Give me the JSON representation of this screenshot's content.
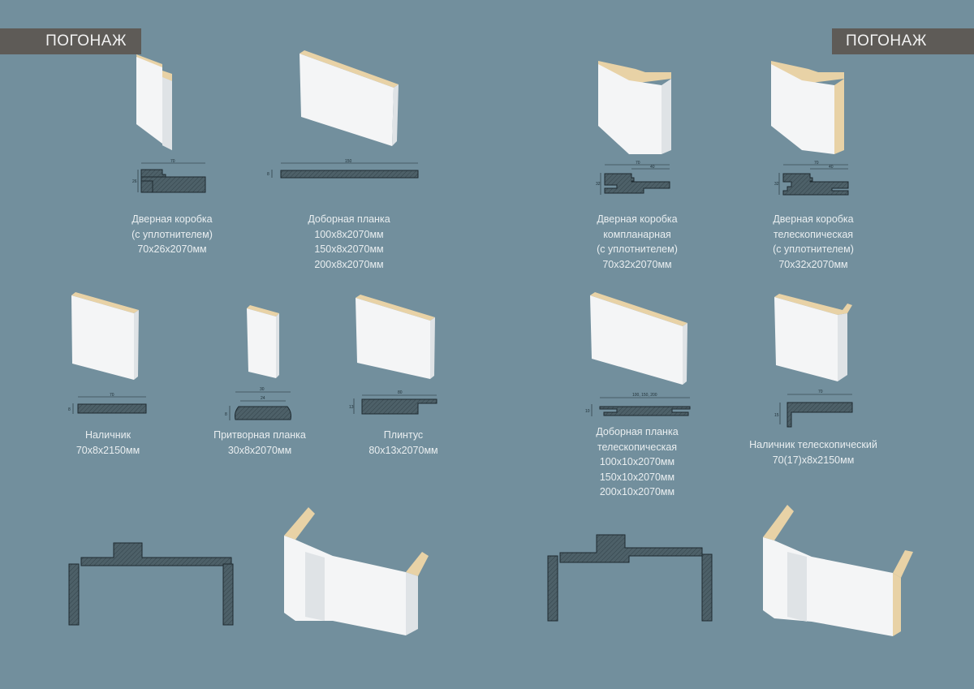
{
  "header_left": "ПОГОНАЖ",
  "header_right": "ПОГОНАЖ",
  "colors": {
    "background": "#728f9d",
    "header": "#5e5b57",
    "wood": "#e8d2a6"
  },
  "items": [
    {
      "lines": [
        "Дверная коробка",
        "(с уплотнителем)",
        "70x26x2070мм"
      ],
      "dims": [
        "70",
        "26"
      ]
    },
    {
      "lines": [
        "Доборная планка",
        "100x8x2070мм",
        "150x8x2070мм",
        "200x8x2070мм"
      ],
      "dims": [
        "150",
        "8"
      ]
    },
    {
      "lines": [
        "Дверная коробка",
        "компланарная",
        "(с уплотнителем)",
        "70x32x2070мм"
      ],
      "dims": [
        "70",
        "40",
        "32"
      ]
    },
    {
      "lines": [
        "Дверная коробка",
        "телескопическая",
        "(с уплотнителем)",
        "70x32x2070мм"
      ],
      "dims": [
        "70",
        "40",
        "32"
      ]
    },
    {
      "lines": [
        "Наличник",
        "70x8x2150мм"
      ],
      "dims": [
        "70",
        "8"
      ]
    },
    {
      "lines": [
        "Притворная планка",
        "30x8x2070мм"
      ],
      "dims": [
        "30",
        "24",
        "8"
      ]
    },
    {
      "lines": [
        "Плинтус",
        "80x13x2070мм"
      ],
      "dims": [
        "80",
        "13"
      ]
    },
    {
      "lines": [
        "Доборная планка",
        "телескопическая",
        "100x10x2070мм",
        "150x10x2070мм",
        "200x10x2070мм"
      ],
      "dims": [
        "100, 150, 200",
        "10"
      ]
    },
    {
      "lines": [
        "Наличник телескопический",
        "70(17)x8x2150мм"
      ],
      "dims": [
        "70",
        "15"
      ]
    }
  ]
}
